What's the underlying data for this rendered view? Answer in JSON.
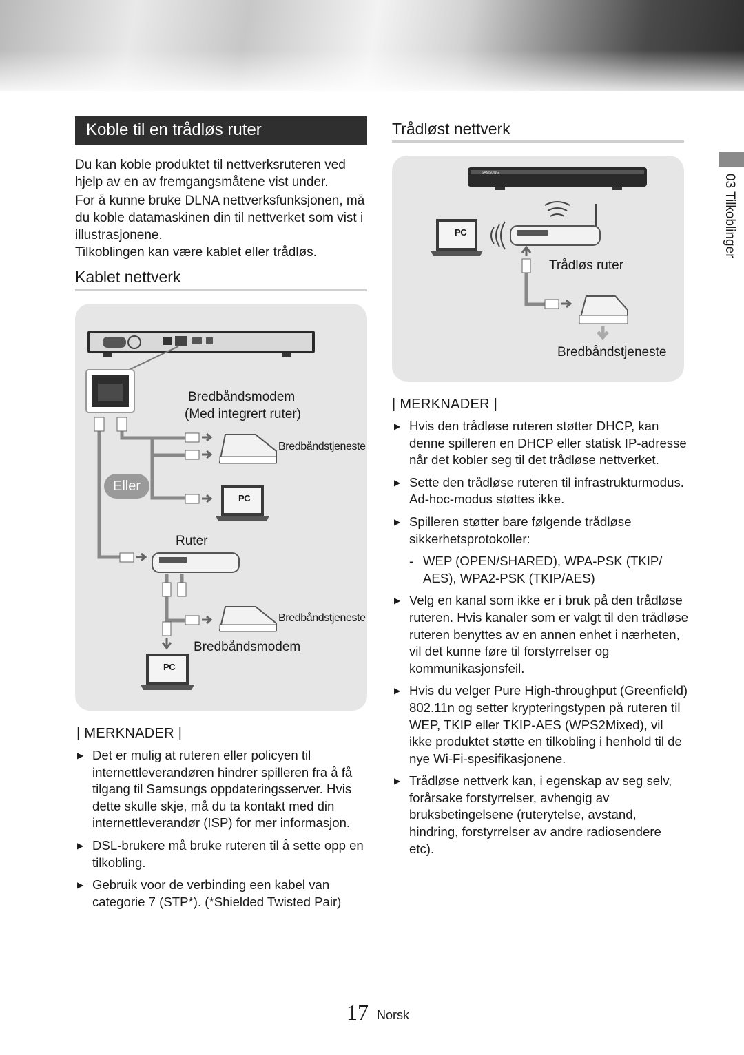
{
  "section_title": "Koble til en trådløs ruter",
  "intro": {
    "p1": "Du kan koble produktet til nettverksruteren ved hjelp av en av fremgangsmåtene vist under.",
    "p2": "For å kunne bruke DLNA nettverksfunksjonen, må du koble datamaskinen din til nettverket som vist i illustrasjonene.",
    "p3": "Tilkoblingen kan være kablet eller trådløs."
  },
  "wired": {
    "heading": "Kablet nettverk",
    "labels": {
      "modem_router_1": "Bredbåndsmodem",
      "modem_router_2": "(Med integrert ruter)",
      "service_1": "Bredbåndstjeneste",
      "or": "Eller",
      "router": "Ruter",
      "service_2": "Bredbåndstjeneste",
      "modem": "Bredbåndsmodem",
      "pc_1": "PC",
      "pc_2": "PC"
    },
    "notes_heading": "| MERKNADER |",
    "notes": [
      "Det er mulig at ruteren eller policyen til internettleverandøren hindrer spilleren fra å få tilgang til Samsungs oppdateringsserver. Hvis dette skulle skje, må du ta kontakt med din internettleverandør (ISP) for mer informasjon.",
      "DSL-brukere må bruke ruteren til å sette opp en tilkobling.",
      "Gebruik voor de verbinding een kabel van categorie 7 (STP*). (*Shielded Twisted Pair)"
    ]
  },
  "wireless": {
    "heading": "Trådløst nettverk",
    "labels": {
      "router": "Trådløs ruter",
      "service": "Bredbåndstjeneste",
      "pc": "PC",
      "brand": "SAMSUNG"
    },
    "notes_heading": "| MERKNADER |",
    "notes": [
      "Hvis den trådløse ruteren støtter DHCP, kan denne spilleren en DHCP eller statisk IP-adresse når det kobler seg til det trådløse nettverket.",
      "Sette den trådløse ruteren til infrastrukturmodus. Ad-hoc-modus støttes ikke.",
      "Spilleren støtter bare følgende trådløse sikkerhetsprotokoller:",
      "Velg en kanal som ikke er i bruk på den trådløse ruteren. Hvis kanaler som er valgt til den trådløse ruteren benyttes av en annen enhet i nærheten, vil det kunne føre til forstyrrelser og kommunikasjonsfeil.",
      "Hvis du velger Pure High-throughput (Greenfield) 802.11n og setter krypteringstypen på ruteren til WEP, TKIP eller TKIP-AES (WPS2Mixed), vil ikke produktet støtte en tilkobling i henhold til de nye Wi-Fi-spesifikasjonene.",
      "Trådløse nettverk kan, i egenskap av seg selv, forårsake forstyrrelser, avhengig av bruksbetingelsene (ruterytelse, avstand, hindring, forstyrrelser av andre radiosendere etc)."
    ],
    "sub_note_dash": "-",
    "sub_note": "WEP (OPEN/SHARED), WPA-PSK (TKIP/ AES), WPA2-PSK (TKIP/AES)"
  },
  "side_tab": "03   Tilkoblinger",
  "footer": {
    "page": "17",
    "language": "Norsk"
  }
}
